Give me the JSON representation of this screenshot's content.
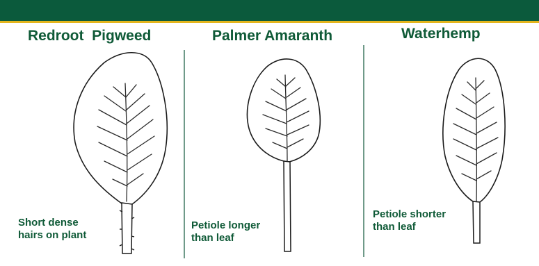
{
  "species": [
    {
      "name": "Redroot  Pigweed",
      "note_line1": "Short dense",
      "note_line2": "hairs on plant"
    },
    {
      "name": "Palmer Amaranth",
      "note_line1": "Petiole longer",
      "note_line2": "than leaf"
    },
    {
      "name": "Waterhemp",
      "note_line1": "Petiole shorter",
      "note_line2": "than leaf"
    }
  ],
  "colors": {
    "banner": "#0b5a3c",
    "stripe": "#e3b51c",
    "text": "#0f5a37",
    "divider": "#6f9a89"
  }
}
